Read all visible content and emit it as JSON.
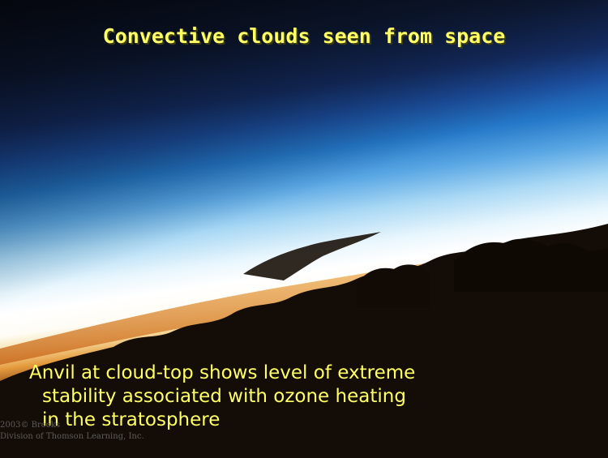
{
  "slide": {
    "title": "Convective clouds seen from space",
    "caption_lines": [
      "Anvil at cloud-top shows level of extreme",
      "stability associated with ozone heating",
      "in the stratosphere"
    ],
    "credit_lines": [
      "2003© Brooks",
      "Division of Thomson Learning, Inc."
    ]
  },
  "colors": {
    "title": "#ffff66",
    "caption": "#ffff66"
  }
}
